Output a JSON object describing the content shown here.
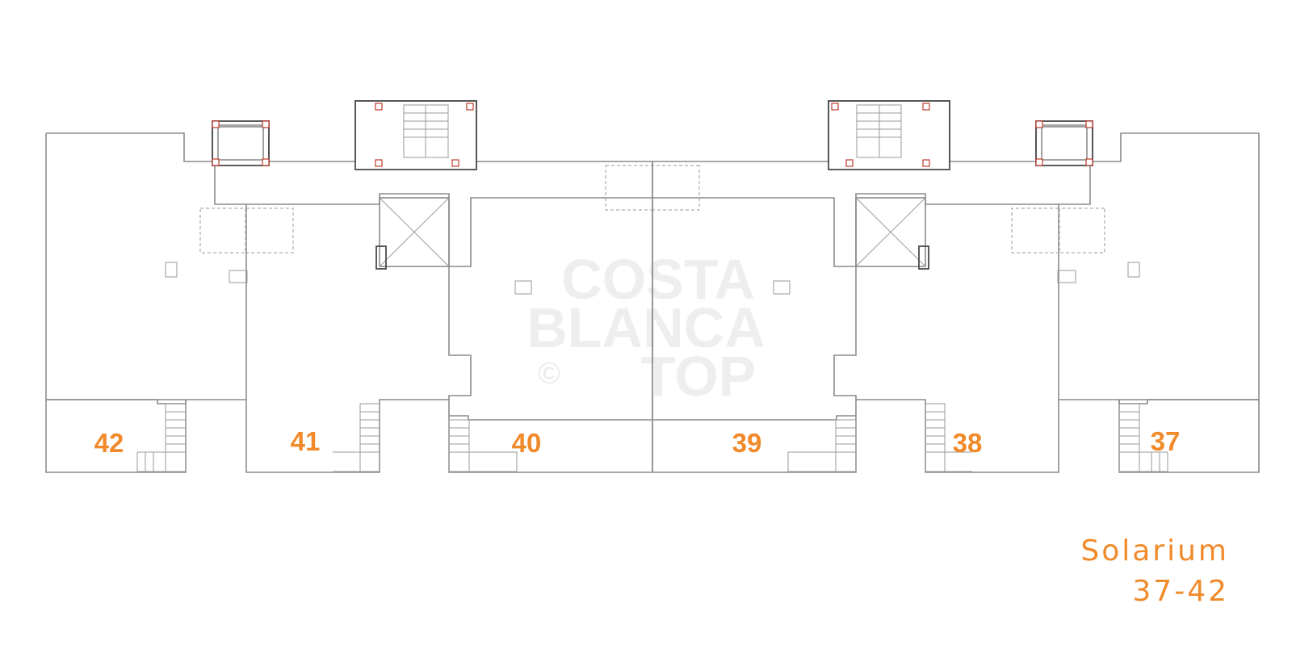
{
  "plan": {
    "units": [
      {
        "number": "42"
      },
      {
        "number": "41"
      },
      {
        "number": "40"
      },
      {
        "number": "39"
      },
      {
        "number": "38"
      },
      {
        "number": "37"
      }
    ],
    "watermark": {
      "line1": "COSTA",
      "line2": "BLANCA",
      "line3": "TOP",
      "symbol": "©"
    }
  },
  "caption": {
    "title": "Solarium",
    "range": "37-42"
  },
  "colors": {
    "accent": "#f08a2a",
    "walls": "#8c8c8c",
    "columns": "#c0392b"
  }
}
